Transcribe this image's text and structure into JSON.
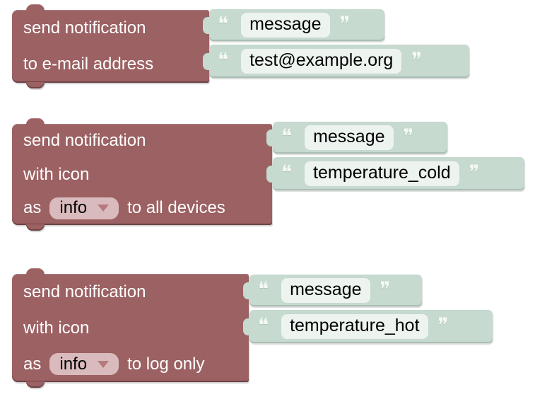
{
  "workspace": {
    "name": "blockly-rule-workspace"
  },
  "colors": {
    "canvas_bg": "#ffffff",
    "statement_block": "#9c6163",
    "value_block": "#c6dacf",
    "field_bg": "#edf3ef",
    "dropdown_bg": "#dabbbd",
    "dropdown_arrow": "#b6797d",
    "label_text": "#ffffff",
    "field_text": "#000000",
    "quote": "#f4f9f6"
  },
  "quotes": {
    "open": "❝",
    "close": "❞"
  },
  "blocks": [
    {
      "name": "send-notification-to-email",
      "labels": {
        "line1": "send notification",
        "line2": "to e-mail address"
      },
      "inputs": [
        {
          "value": "message"
        },
        {
          "value": "test@example.org"
        }
      ]
    },
    {
      "name": "send-notification-to-all-devices",
      "labels": {
        "line1": "send notification",
        "line2": "with icon",
        "as": "as",
        "suffix": "to all devices"
      },
      "dropdown": {
        "value": "info"
      },
      "inputs": [
        {
          "value": "message"
        },
        {
          "value": "temperature_cold"
        }
      ]
    },
    {
      "name": "send-notification-to-log-only",
      "labels": {
        "line1": "send notification",
        "line2": "with icon",
        "as": "as",
        "suffix": "to log only"
      },
      "dropdown": {
        "value": "info"
      },
      "inputs": [
        {
          "value": "message"
        },
        {
          "value": "temperature_hot"
        }
      ]
    }
  ]
}
